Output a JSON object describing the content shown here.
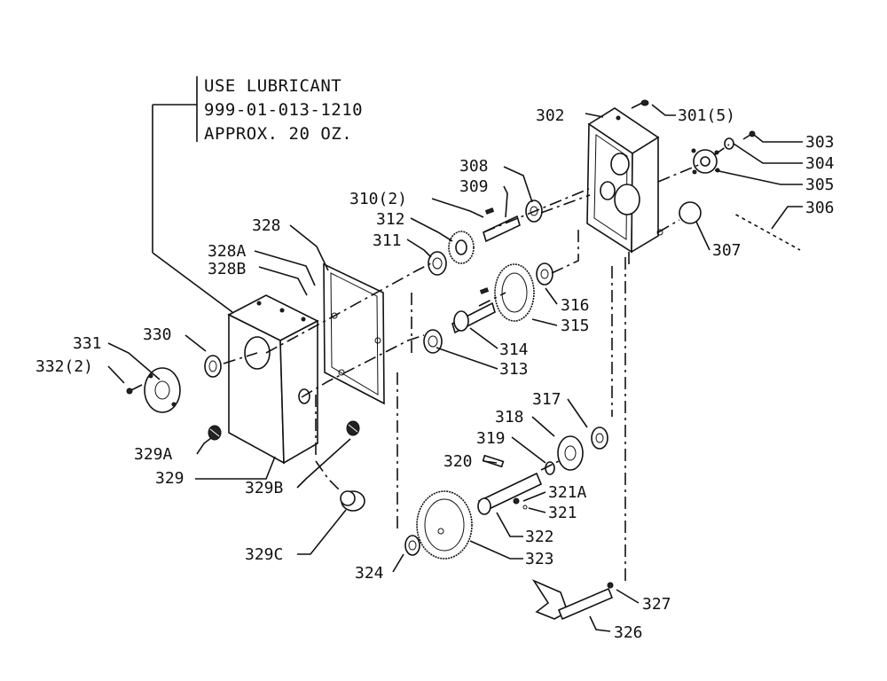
{
  "note": {
    "line1": "USE LUBRICANT",
    "line2": "999-01-013-1210",
    "line3": "APPROX. 20 OZ."
  },
  "labels": {
    "p301": "301(5)",
    "p302": "302",
    "p303": "303",
    "p304": "304",
    "p305": "305",
    "p306": "306",
    "p307": "307",
    "p308": "308",
    "p309": "309",
    "p310": "310(2)",
    "p311": "311",
    "p312": "312",
    "p313": "313",
    "p314": "314",
    "p315": "315",
    "p316": "316",
    "p317": "317",
    "p318": "318",
    "p319": "319",
    "p320": "320",
    "p321": "321",
    "p321a": "321A",
    "p322": "322",
    "p323": "323",
    "p324": "324",
    "p326": "326",
    "p327": "327",
    "p328": "328",
    "p328a": "328A",
    "p328b": "328B",
    "p329": "329",
    "p329a": "329A",
    "p329b": "329B",
    "p329c": "329C",
    "p330": "330",
    "p331": "331",
    "p332": "332(2)"
  }
}
